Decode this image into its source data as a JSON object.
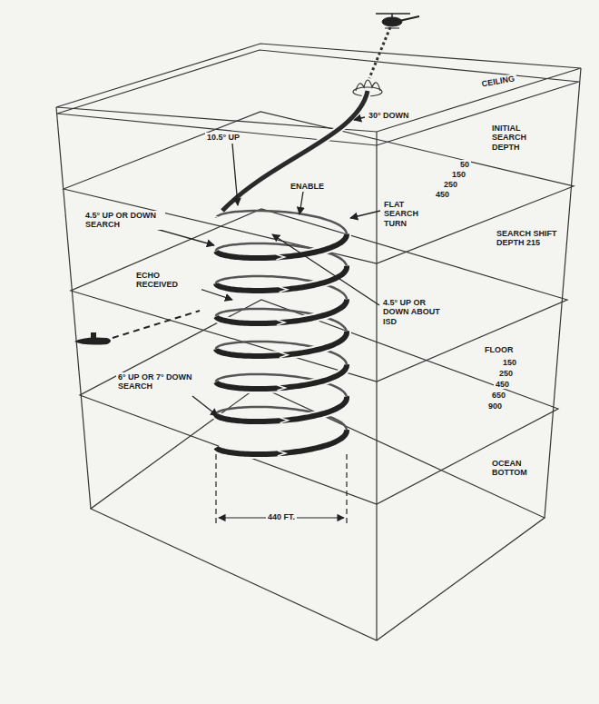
{
  "diagram": {
    "labels": [
      "CEILING",
      "INITIAL SEARCH DEPTH",
      "50",
      "150",
      "250",
      "450",
      "650",
      "900",
      "30° DOWN",
      "10.5° UP",
      "ENABLE",
      "FLAT SEARCH TURN",
      "4.5° UP OR DOWN SEARCH",
      "SEARCH SHIFT DEPTH 215",
      "ECHO RECEIVED",
      "4.5° UP OR DOWN ABOUT ISD",
      "FLOOR",
      "150",
      "250",
      "450",
      "650",
      "900",
      "6° UP OR 7° DOWN SEARCH",
      "OCEAN BOTTOM",
      "440 FT."
    ]
  }
}
